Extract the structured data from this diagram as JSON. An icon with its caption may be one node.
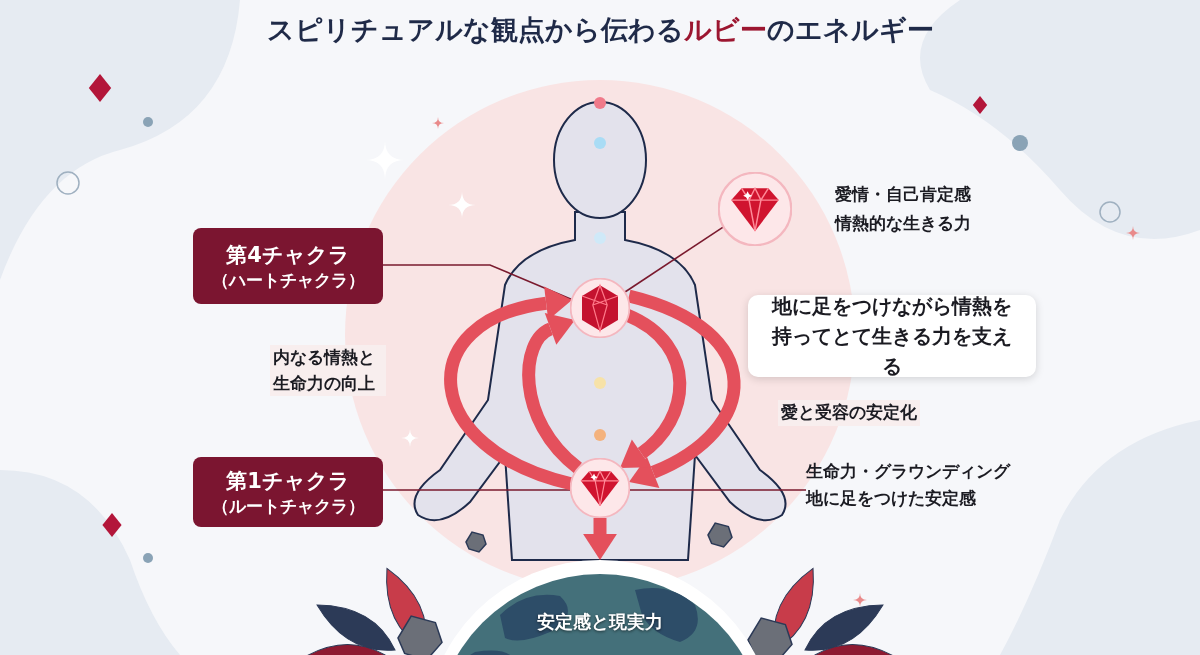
{
  "diagram": {
    "title": "スピリチュアルな観点から伝わる**ルビー**のエネルギー",
    "nodes": [
      {
        "text": [
          "第4チャクラ",
          "（ハートチャクラ）"
        ]
      },
      {
        "text": [
          "第1チャクラ",
          "（ルートチャクラ）"
        ]
      },
      {
        "text": [],
        "shape": "picture"
      },
      {
        "text": [],
        "shape": "picture"
      },
      {
        "text": [],
        "shape": "picture",
        "beside": [
          "愛情・自己肯定感",
          "情熱的な生きる力"
        ]
      },
      {
        "text": [
          "地に足をつけながら情熱を持ってとて生きる力を支える"
        ]
      },
      {
        "text": [
          "生命力・グラウンディング",
          "地に足をつけた安定感"
        ]
      },
      {
        "text": [
          "安定感と現実力"
        ]
      }
    ],
    "edges": [
      {
        "from": 0,
        "to": 2,
        "arrow": "none",
        "color": "#7a1a2e"
      },
      {
        "from": 2,
        "to": 4,
        "arrow": "none",
        "color": "#7a1a2e"
      },
      {
        "from": 1,
        "to": 3,
        "arrow": "none",
        "color": "#7a1a2e"
      },
      {
        "from": 3,
        "to": 6,
        "arrow": "none",
        "color": "#7a1a2e"
      },
      {
        "from": 3,
        "to": 2,
        "arrow": "to",
        "label": "内なる情熱と生命力の向上"
      },
      {
        "from": 3,
        "to": 2,
        "arrow": "to"
      },
      {
        "from": 2,
        "to": 3,
        "arrow": "to",
        "label": "愛と受容の安定化"
      },
      {
        "from": 2,
        "to": 3,
        "arrow": "to"
      },
      {
        "from": 3,
        "to": 7,
        "arrow": "to"
      }
    ]
  }
}
